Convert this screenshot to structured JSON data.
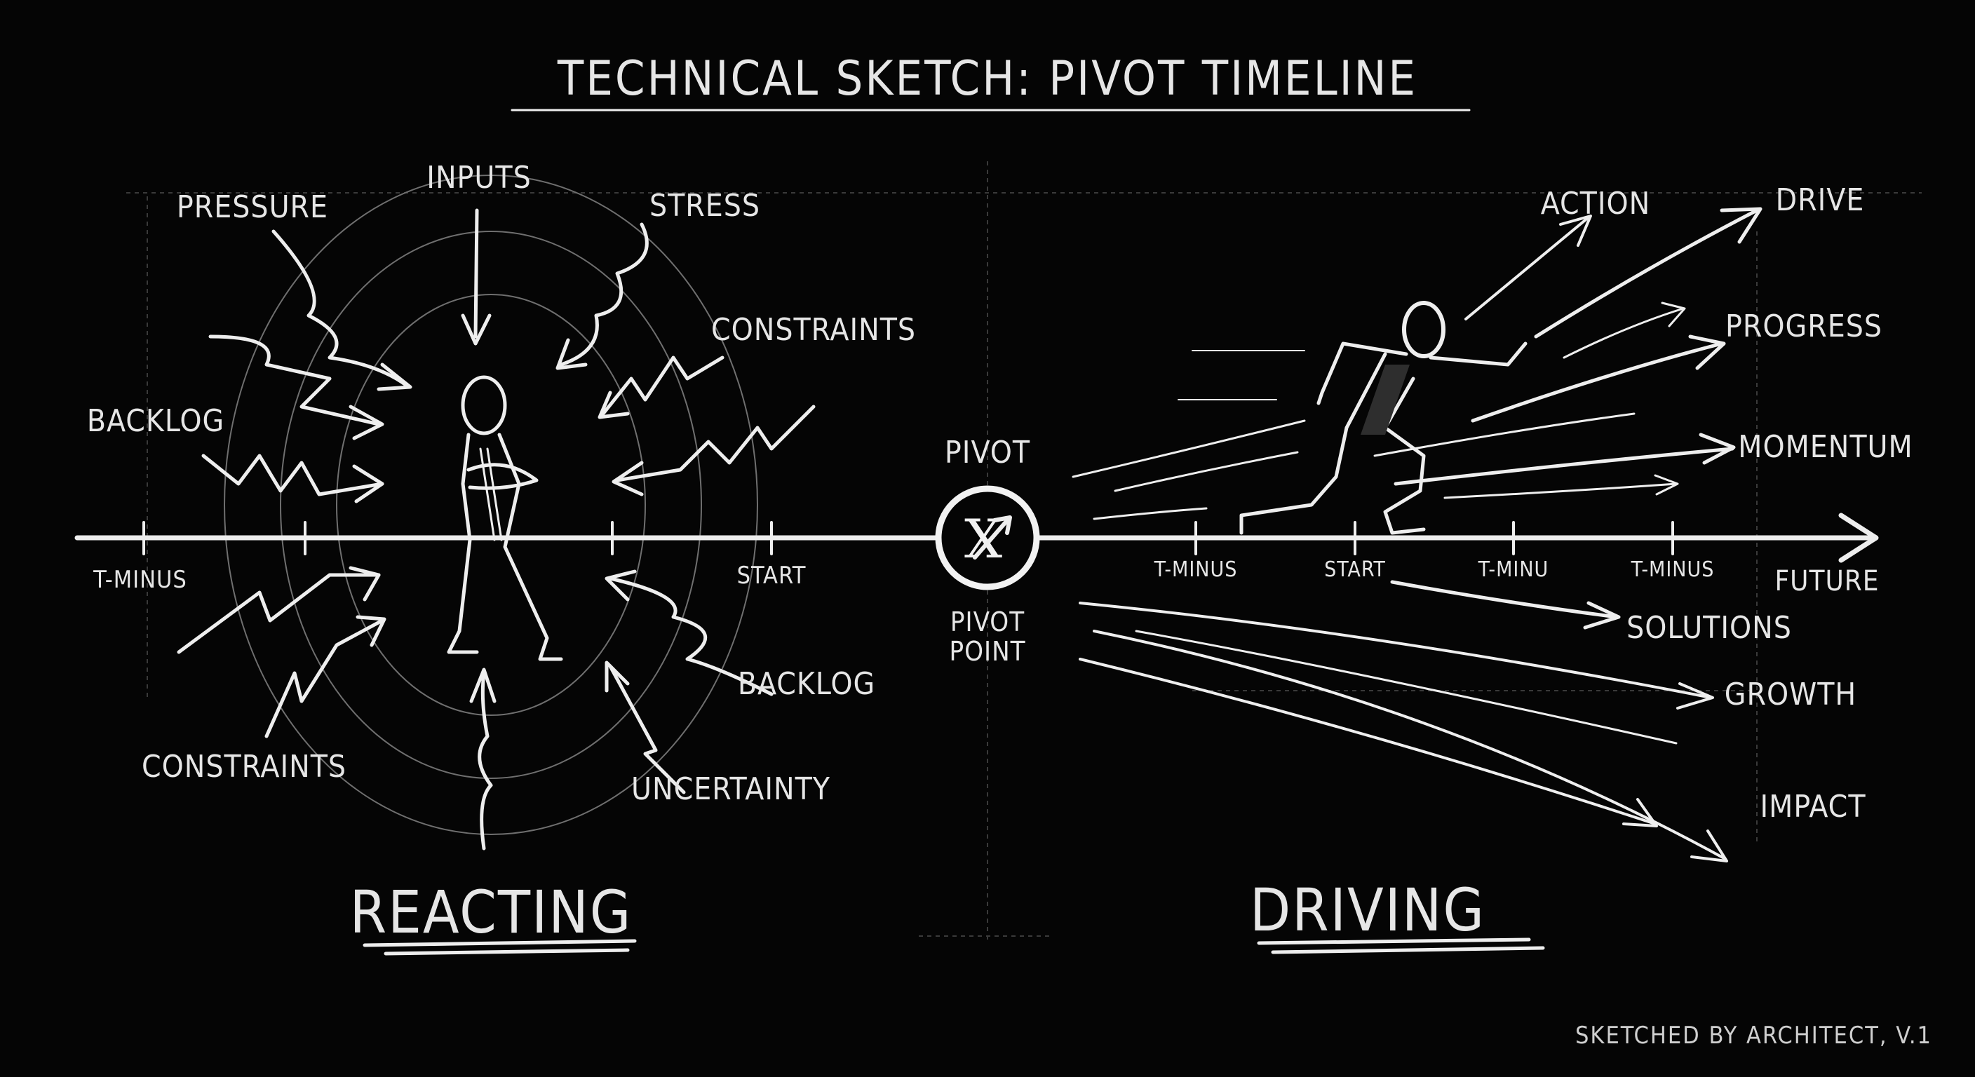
{
  "title": "TECHNICAL SKETCH: PIVOT TIMELINE",
  "left": {
    "section_label": "REACTING",
    "inputs": [
      {
        "label": "INPUTS"
      },
      {
        "label": "PRESSURE"
      },
      {
        "label": "STRESS"
      },
      {
        "label": "CONSTRAINTS"
      },
      {
        "label": "BACKLOG"
      },
      {
        "label": "CONSTRAINTS"
      },
      {
        "label": "BACKLOG"
      },
      {
        "label": "UNCERTAINTY"
      }
    ],
    "ticks": [
      "T-MINUS",
      "START"
    ]
  },
  "pivot": {
    "label": "PIVOT",
    "sublabel_line1": "PIVOT",
    "sublabel_line2": "POINT",
    "symbol": "X"
  },
  "right": {
    "section_label": "DRIVING",
    "outputs": [
      {
        "label": "ACTION"
      },
      {
        "label": "DRIVE"
      },
      {
        "label": "PROGRESS"
      },
      {
        "label": "MOMENTUM"
      },
      {
        "label": "SOLUTIONS"
      },
      {
        "label": "GROWTH"
      },
      {
        "label": "IMPACT"
      }
    ],
    "ticks": [
      "T-MINUS",
      "START",
      "T-MINU",
      "T-MINUS"
    ],
    "end_label": "FUTURE"
  },
  "signature": "SKETCHED BY ARCHITECT, V.1",
  "colors": {
    "background": "#050505",
    "chalk": "#e6e6e6"
  }
}
